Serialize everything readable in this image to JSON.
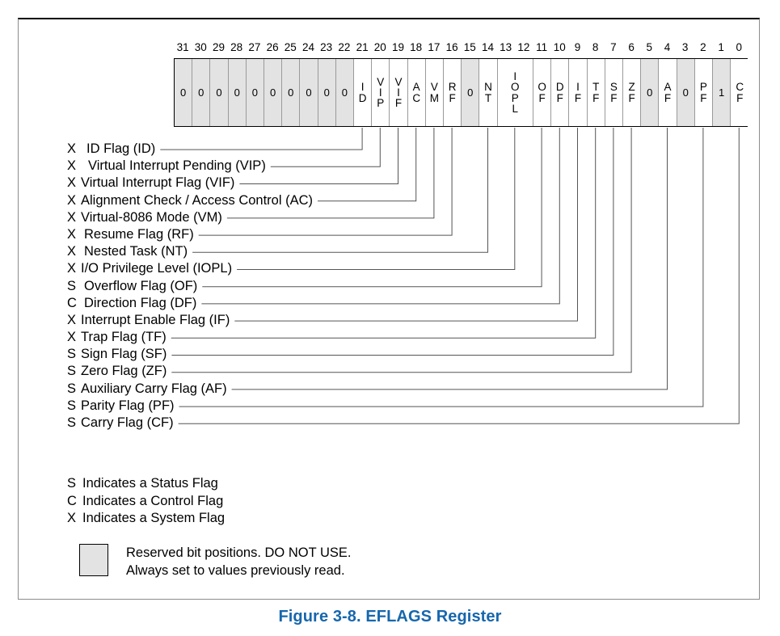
{
  "figure": {
    "caption": "Figure 3-8.  EFLAGS Register"
  },
  "register": {
    "name": "EFLAGS",
    "bit_numbers": [
      31,
      30,
      29,
      28,
      27,
      26,
      25,
      24,
      23,
      22,
      21,
      20,
      19,
      18,
      17,
      16,
      15,
      14,
      13,
      12,
      11,
      10,
      9,
      8,
      7,
      6,
      5,
      4,
      3,
      2,
      1,
      0
    ],
    "colors": {
      "reserved_fill": "#e3e3e3",
      "normal_fill": "#ffffff",
      "border": "#000000",
      "cell_divider": "#9a9a9a",
      "caption": "#1667ad"
    },
    "cells": [
      {
        "bits": "31",
        "label": "0",
        "reserved": true,
        "span": 1
      },
      {
        "bits": "30",
        "label": "0",
        "reserved": true,
        "span": 1
      },
      {
        "bits": "29",
        "label": "0",
        "reserved": true,
        "span": 1
      },
      {
        "bits": "28",
        "label": "0",
        "reserved": true,
        "span": 1
      },
      {
        "bits": "27",
        "label": "0",
        "reserved": true,
        "span": 1
      },
      {
        "bits": "26",
        "label": "0",
        "reserved": true,
        "span": 1
      },
      {
        "bits": "25",
        "label": "0",
        "reserved": true,
        "span": 1
      },
      {
        "bits": "24",
        "label": "0",
        "reserved": true,
        "span": 1
      },
      {
        "bits": "23",
        "label": "0",
        "reserved": true,
        "span": 1
      },
      {
        "bits": "22",
        "label": "0",
        "reserved": true,
        "span": 1
      },
      {
        "bits": "21",
        "label": "I\nD",
        "reserved": false,
        "span": 1
      },
      {
        "bits": "20",
        "label": "V\nI\nP",
        "reserved": false,
        "span": 1
      },
      {
        "bits": "19",
        "label": "V\nI\nF",
        "reserved": false,
        "span": 1
      },
      {
        "bits": "18",
        "label": "A\nC",
        "reserved": false,
        "span": 1
      },
      {
        "bits": "17",
        "label": "V\nM",
        "reserved": false,
        "span": 1
      },
      {
        "bits": "16",
        "label": "R\nF",
        "reserved": false,
        "span": 1
      },
      {
        "bits": "15",
        "label": "0",
        "reserved": true,
        "span": 1
      },
      {
        "bits": "14",
        "label": "N\nT",
        "reserved": false,
        "span": 1
      },
      {
        "bits": "13-12",
        "label": "I\nO\nP\nL",
        "reserved": false,
        "span": 2
      },
      {
        "bits": "11",
        "label": "O\nF",
        "reserved": false,
        "span": 1
      },
      {
        "bits": "10",
        "label": "D\nF",
        "reserved": false,
        "span": 1
      },
      {
        "bits": "9",
        "label": "I\nF",
        "reserved": false,
        "span": 1
      },
      {
        "bits": "8",
        "label": "T\nF",
        "reserved": false,
        "span": 1
      },
      {
        "bits": "7",
        "label": "S\nF",
        "reserved": false,
        "span": 1
      },
      {
        "bits": "6",
        "label": "Z\nF",
        "reserved": false,
        "span": 1
      },
      {
        "bits": "5",
        "label": "0",
        "reserved": true,
        "span": 1
      },
      {
        "bits": "4",
        "label": "A\nF",
        "reserved": false,
        "span": 1
      },
      {
        "bits": "3",
        "label": "0",
        "reserved": true,
        "span": 1
      },
      {
        "bits": "2",
        "label": "P\nF",
        "reserved": false,
        "span": 1
      },
      {
        "bits": "1",
        "label": "1",
        "reserved": true,
        "span": 1
      },
      {
        "bits": "0",
        "label": "C\nF",
        "reserved": false,
        "span": 1
      }
    ]
  },
  "flags": [
    {
      "type": "X",
      "text": "ID Flag (ID)",
      "bit": 21,
      "indent": 1
    },
    {
      "type": "X",
      "text": "Virtual Interrupt Pending (VIP)",
      "bit": 20,
      "indent": 2
    },
    {
      "type": "X",
      "text": "Virtual Interrupt Flag (VIF)",
      "bit": 19,
      "indent": 0
    },
    {
      "type": "X",
      "text": "Alignment Check / Access Control (AC)",
      "bit": 18,
      "indent": 0
    },
    {
      "type": "X",
      "text": "Virtual-8086 Mode (VM)",
      "bit": 17,
      "indent": 0
    },
    {
      "type": "X",
      "text": "Resume Flag (RF)",
      "bit": 16,
      "indent": 3
    },
    {
      "type": "X",
      "text": "Nested Task (NT)",
      "bit": 14,
      "indent": 3
    },
    {
      "type": "X",
      "text": "I/O Privilege Level (IOPL)",
      "bit": 12,
      "indent": 0
    },
    {
      "type": "S",
      "text": "Overflow Flag (OF)",
      "bit": 11,
      "indent": 3
    },
    {
      "type": "C",
      "text": "Direction Flag (DF)",
      "bit": 10,
      "indent": 3
    },
    {
      "type": "X",
      "text": "Interrupt Enable Flag (IF)",
      "bit": 9,
      "indent": 0
    },
    {
      "type": "X",
      "text": "Trap Flag (TF)",
      "bit": 8,
      "indent": 0
    },
    {
      "type": "S",
      "text": "Sign Flag (SF)",
      "bit": 7,
      "indent": 0
    },
    {
      "type": "S",
      "text": "Zero Flag (ZF)",
      "bit": 6,
      "indent": 0
    },
    {
      "type": "S",
      "text": "Auxiliary Carry Flag (AF)",
      "bit": 4,
      "indent": 0
    },
    {
      "type": "S",
      "text": "Parity Flag (PF)",
      "bit": 2,
      "indent": 0
    },
    {
      "type": "S",
      "text": "Carry Flag (CF)",
      "bit": 0,
      "indent": 0
    }
  ],
  "key": [
    {
      "type": "S",
      "text": "Indicates a Status Flag"
    },
    {
      "type": "C",
      "text": "Indicates a Control Flag"
    },
    {
      "type": "X",
      "text": "Indicates a System Flag"
    }
  ],
  "reserved_note": {
    "line1": "Reserved bit positions. DO NOT USE.",
    "line2": "Always set to values previously read."
  }
}
